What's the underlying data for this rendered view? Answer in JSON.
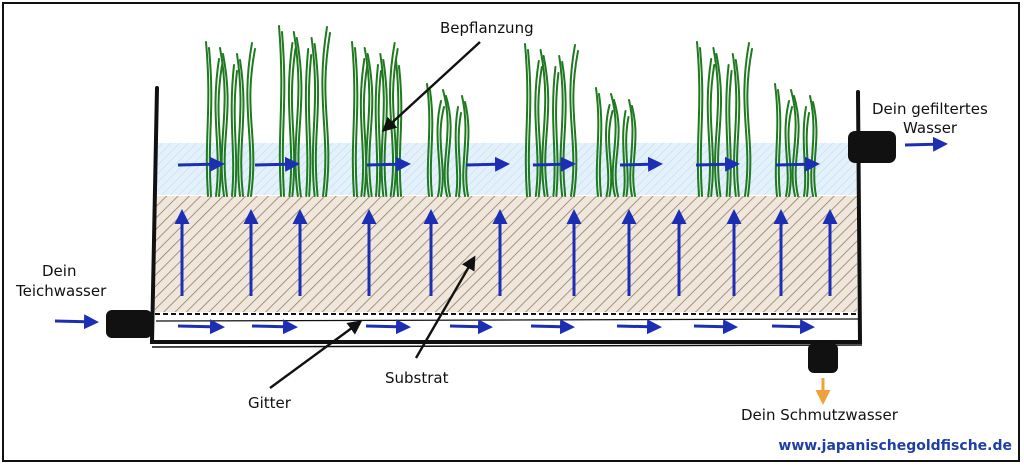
{
  "labels": {
    "planting": "Bepflanzung",
    "inlet_line1": "Dein",
    "inlet_line2": "Teichwasser",
    "outlet_line1": "Dein  gefiltertes",
    "outlet_line2": "Wasser",
    "grid": "Gitter",
    "substrate": "Substrat",
    "waste": "Dein Schmutzwasser"
  },
  "website": "www.japanischegoldfische.de",
  "colors": {
    "water": "#cfe6f7",
    "substrate_hatch": "#8a6a50",
    "plants": "#1f7a1f",
    "flow_arrows": "#1c2fb4",
    "waste_arrow": "#f0a23a",
    "website": "#1f3fa6"
  },
  "icons": [
    "flow-arrow",
    "waste-arrow",
    "pipe-connector",
    "plant-clump"
  ]
}
